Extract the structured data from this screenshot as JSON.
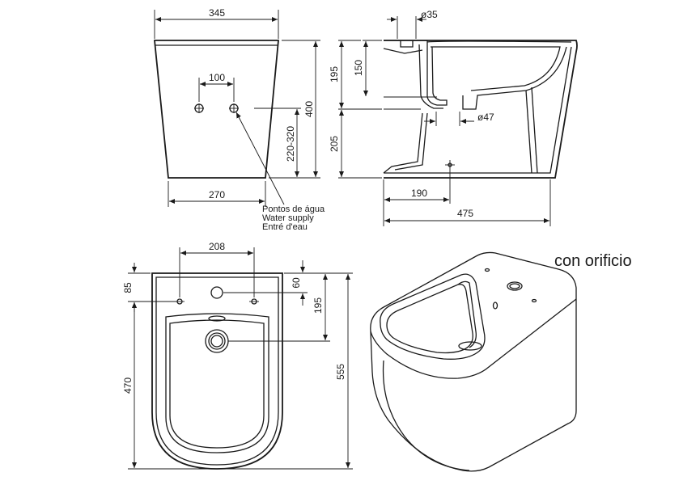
{
  "caption": "con orificio",
  "front_view": {
    "width_top": "345",
    "hole_spacing": "100",
    "height": "400",
    "supply_height": "220-320",
    "bottom_width": "270"
  },
  "water_supply_label": [
    "Pontos de água",
    "Water supply",
    "Entré d'eau"
  ],
  "side_view": {
    "tap_hole_dia": "ø35",
    "inlet_height": "150",
    "upper_height": "195",
    "lower_height": "205",
    "outlet_dia": "ø47",
    "outlet_distance": "190",
    "depth": "475"
  },
  "top_view": {
    "hole_spacing": "208",
    "rear_offset": "85",
    "tap_offset": "60",
    "drain_offset": "195",
    "bowl_length": "470",
    "total_length": "555"
  }
}
